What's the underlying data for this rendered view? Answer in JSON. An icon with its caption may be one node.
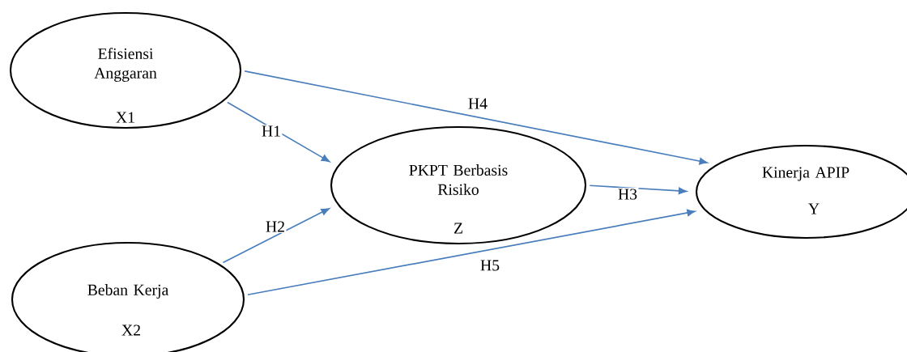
{
  "diagram": {
    "nodes": [
      {
        "text": [
          "Efisiensi Anggaran",
          "X1"
        ]
      },
      {
        "text": [
          "PKPT Berbasis Risiko",
          "Z"
        ]
      },
      {
        "text": [
          "Kinerja APIP",
          "Y"
        ]
      },
      {
        "text": [
          "Beban Kerja",
          "X2"
        ]
      }
    ],
    "edges": [
      {
        "from": 0,
        "to": 1,
        "arrow": "to",
        "label": "H1"
      },
      {
        "from": 3,
        "to": 1,
        "arrow": "to",
        "label": "H2"
      },
      {
        "from": 1,
        "to": 2,
        "arrow": "to",
        "label": "H3"
      },
      {
        "from": 0,
        "to": 2,
        "arrow": "to",
        "label": "H4"
      },
      {
        "from": 3,
        "to": 2,
        "arrow": "to",
        "label": "H5"
      }
    ]
  }
}
